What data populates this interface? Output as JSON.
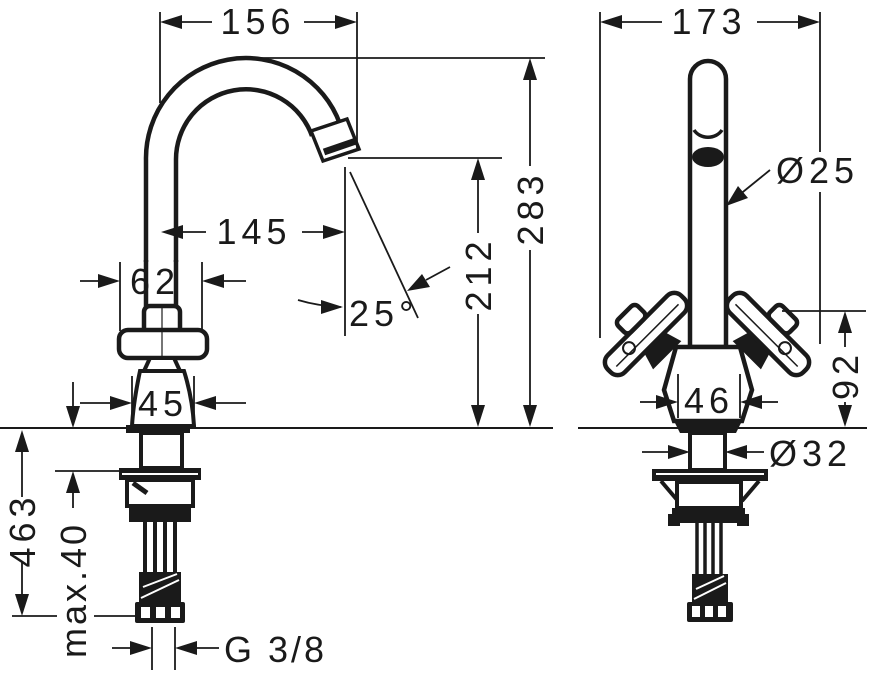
{
  "colors": {
    "ink": "#1a1a1a",
    "paper": "#ffffff"
  },
  "side_view": {
    "dims": {
      "spout_reach": "156",
      "outlet_reach": "145",
      "handle_width": "62",
      "base_width": "45",
      "outlet_angle": "25°",
      "outlet_height": "212",
      "total_height": "283",
      "under_counter_height": "463",
      "max_counter_thickness": "max.40",
      "hose_thread": "G 3/8"
    }
  },
  "front_view": {
    "dims": {
      "overall_width": "173",
      "spout_diameter": "Ø25",
      "handle_height": "92",
      "body_width": "46",
      "shank_diameter": "Ø32"
    }
  }
}
